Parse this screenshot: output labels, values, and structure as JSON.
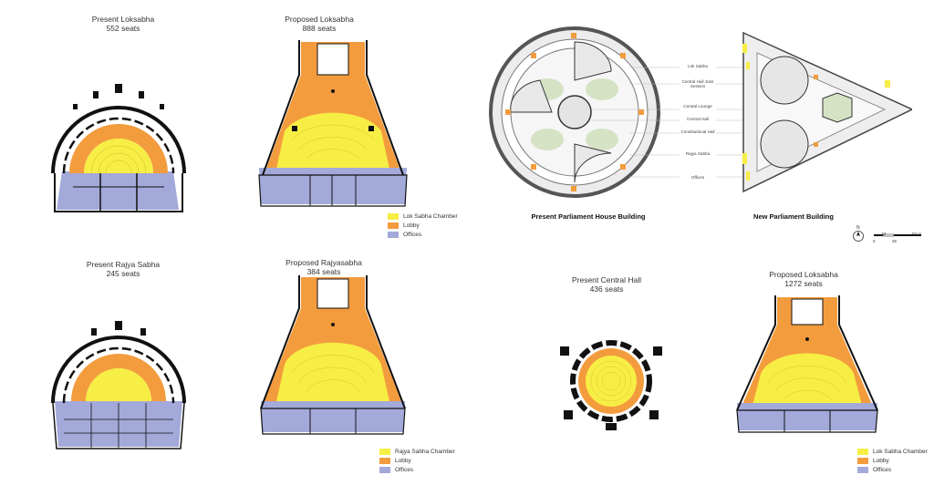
{
  "colors": {
    "chamber": "#f7ee45",
    "lobby": "#f39c3d",
    "offices": "#a3a9d9",
    "wall": "#111111",
    "garden": "#d5e3c4",
    "roof": "#ececec"
  },
  "panels": {
    "present_loksabha": {
      "title": "Present Loksabha",
      "seats": "552 seats"
    },
    "proposed_loksabha": {
      "title": "Proposed Loksabha",
      "seats": "888 seats"
    },
    "present_rajyasabha": {
      "title": "Present Rajya Sabha",
      "seats": "245 seats"
    },
    "proposed_rajyasabha": {
      "title": "Proposed Rajyasabha",
      "seats": "384 seats"
    },
    "present_central_hall": {
      "title": "Present Central Hall",
      "seats": "436 seats"
    },
    "proposed_loksabha_joint": {
      "title": "Proposed Loksabha",
      "seats": "1272 seats"
    }
  },
  "legends": {
    "loksabha": [
      "Lok Sabha Chamber",
      "Lobby",
      "Offices"
    ],
    "rajyasabha": [
      "Rajya Sabha Chamber",
      "Lobby",
      "Offices"
    ],
    "loksabha_joint": [
      "Lok Sabha Chamber",
      "Lobby",
      "Offices"
    ]
  },
  "site": {
    "present_title": "Present Parliament House Building",
    "new_title": "New Parliament Building",
    "annotations": [
      "Lok Sabha",
      "Central Hall Joint Session",
      "Central Lounge",
      "Central Hall",
      "Constitutional Hall",
      "Rajya Sabha",
      "Offices"
    ],
    "compass_label": "N",
    "scale_labels": [
      "0",
      "10",
      "25",
      "50 m"
    ]
  }
}
